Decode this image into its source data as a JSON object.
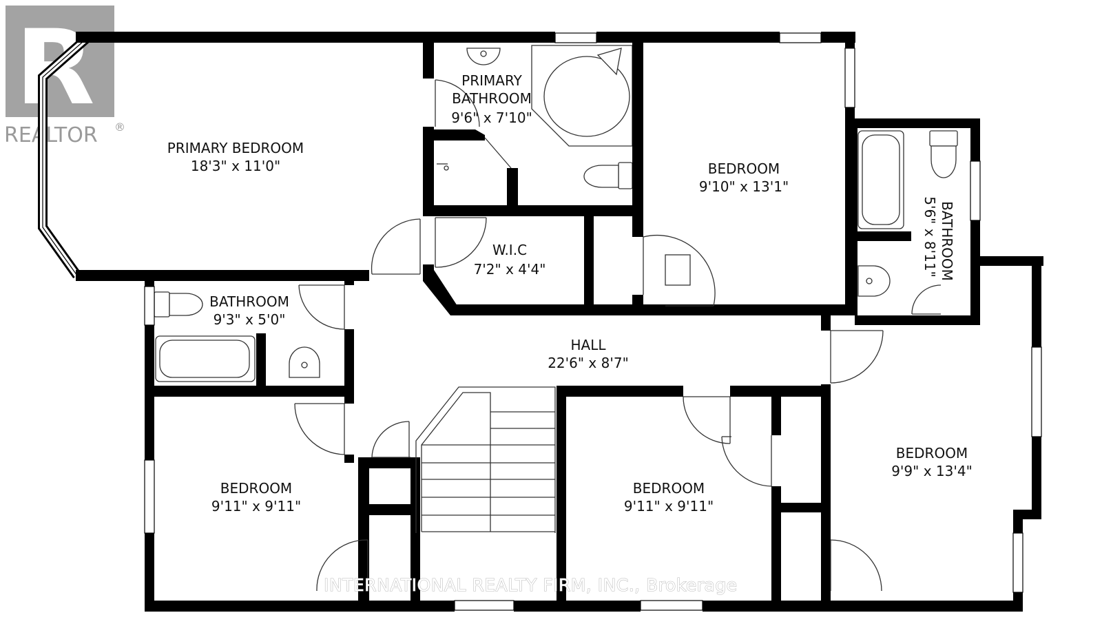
{
  "logo": {
    "text": "REALTOR",
    "registered": "®",
    "color": "#9a9a9a"
  },
  "watermark": "INTERNATIONAL REALTY FIRM, INC., Brokerage",
  "colors": {
    "wall": "#000000",
    "fixture": "#333333",
    "background": "#ffffff"
  },
  "rooms": {
    "primary_bedroom": {
      "name": "PRIMARY BEDROOM",
      "size": "18'3\" x 11'0\""
    },
    "primary_bathroom": {
      "name_line1": "PRIMARY",
      "name_line2": "BATHROOM",
      "size": "9'6\" x 7'10\""
    },
    "bedroom_ne": {
      "name": "BEDROOM",
      "size": "9'10\" x 13'1\""
    },
    "bathroom_e": {
      "name": "BATHROOM",
      "size": "5'6\" x 8'11\""
    },
    "wic": {
      "name": "W.I.C",
      "size": "7'2\" x 4'4\""
    },
    "bathroom_w": {
      "name": "BATHROOM",
      "size": "9'3\" x 5'0\""
    },
    "hall": {
      "name": "HALL",
      "size": "22'6\" x 8'7\""
    },
    "bedroom_sw": {
      "name": "BEDROOM",
      "size": "9'11\" x 9'11\""
    },
    "bedroom_s": {
      "name": "BEDROOM",
      "size": "9'11\" x 9'11\""
    },
    "bedroom_se": {
      "name": "BEDROOM",
      "size": "9'9\" x 13'4\""
    }
  }
}
